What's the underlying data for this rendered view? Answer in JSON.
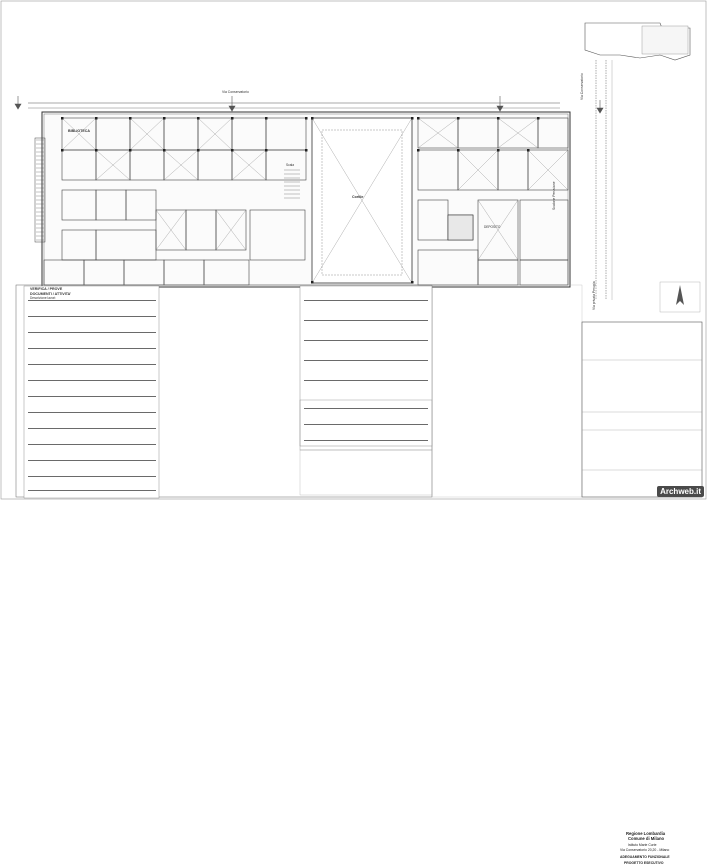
{
  "streets": {
    "top": "Via Conservatorio",
    "right_upper": "Via Conservatorio",
    "right_lower": "Via privata Perugia",
    "right_mid": "Scalone Peruviane"
  },
  "rooms": {
    "label_a": "BIBLIOTECA",
    "label_b": "Scala",
    "label_c": "Cortile",
    "label_d": "DEPOSITO"
  },
  "notes_panel": {
    "header_1": "VERIFICA / PROVE",
    "header_2": "DOCUMENTI / ATTIVITA'",
    "header_3": "Descrizione lavori:"
  },
  "title_block": {
    "region": "Regione Lombardia",
    "city": "Comune di Milano",
    "building": "Istituto Marie Curie",
    "address": "Via Conservatorio 20,20 - Milano",
    "project_title": "ADEGUAMENTO FUNZIONALE",
    "phase": "PROGETTO ESECUTIVO"
  },
  "watermark": "Archweb.it"
}
